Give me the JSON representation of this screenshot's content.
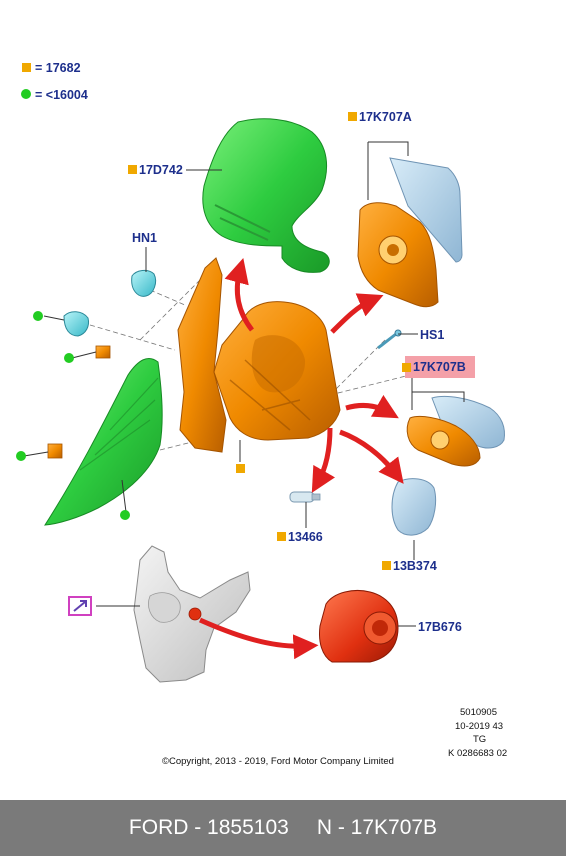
{
  "legend": [
    {
      "symbol": "square",
      "color": "#f0a800",
      "text": "= 17682"
    },
    {
      "symbol": "dot",
      "color": "#22cc22",
      "text": "= <16004"
    }
  ],
  "callouts": {
    "c17K707A": "17K707A",
    "c17D742": "17D742",
    "cHN1": "HN1",
    "cHS1": "HS1",
    "c17K707B": "17K707B",
    "c13466": "13466",
    "c13B374": "13B374",
    "c17B676": "17B676"
  },
  "info_block": {
    "line1": "5010905",
    "line2": "10-2019 43",
    "line3": "TG",
    "line4": "K 0286683 02"
  },
  "copyright": "©Copyright, 2013 - 2019, Ford Motor Company Limited",
  "footer": {
    "left": "FORD - 1855103",
    "right": "N - 17K707B"
  },
  "colors": {
    "highlight": "#f4a0a8",
    "footer_bg": "#7a7a7a",
    "label_text": "#1d2f8c",
    "square_marker": "#f0a800",
    "dot_marker": "#22cc22",
    "mirror_cover": "#2ecc40",
    "housing": "#f08a00",
    "glass": "#a8c8e0",
    "motor": "#e03010",
    "arrow": "#e02020"
  }
}
